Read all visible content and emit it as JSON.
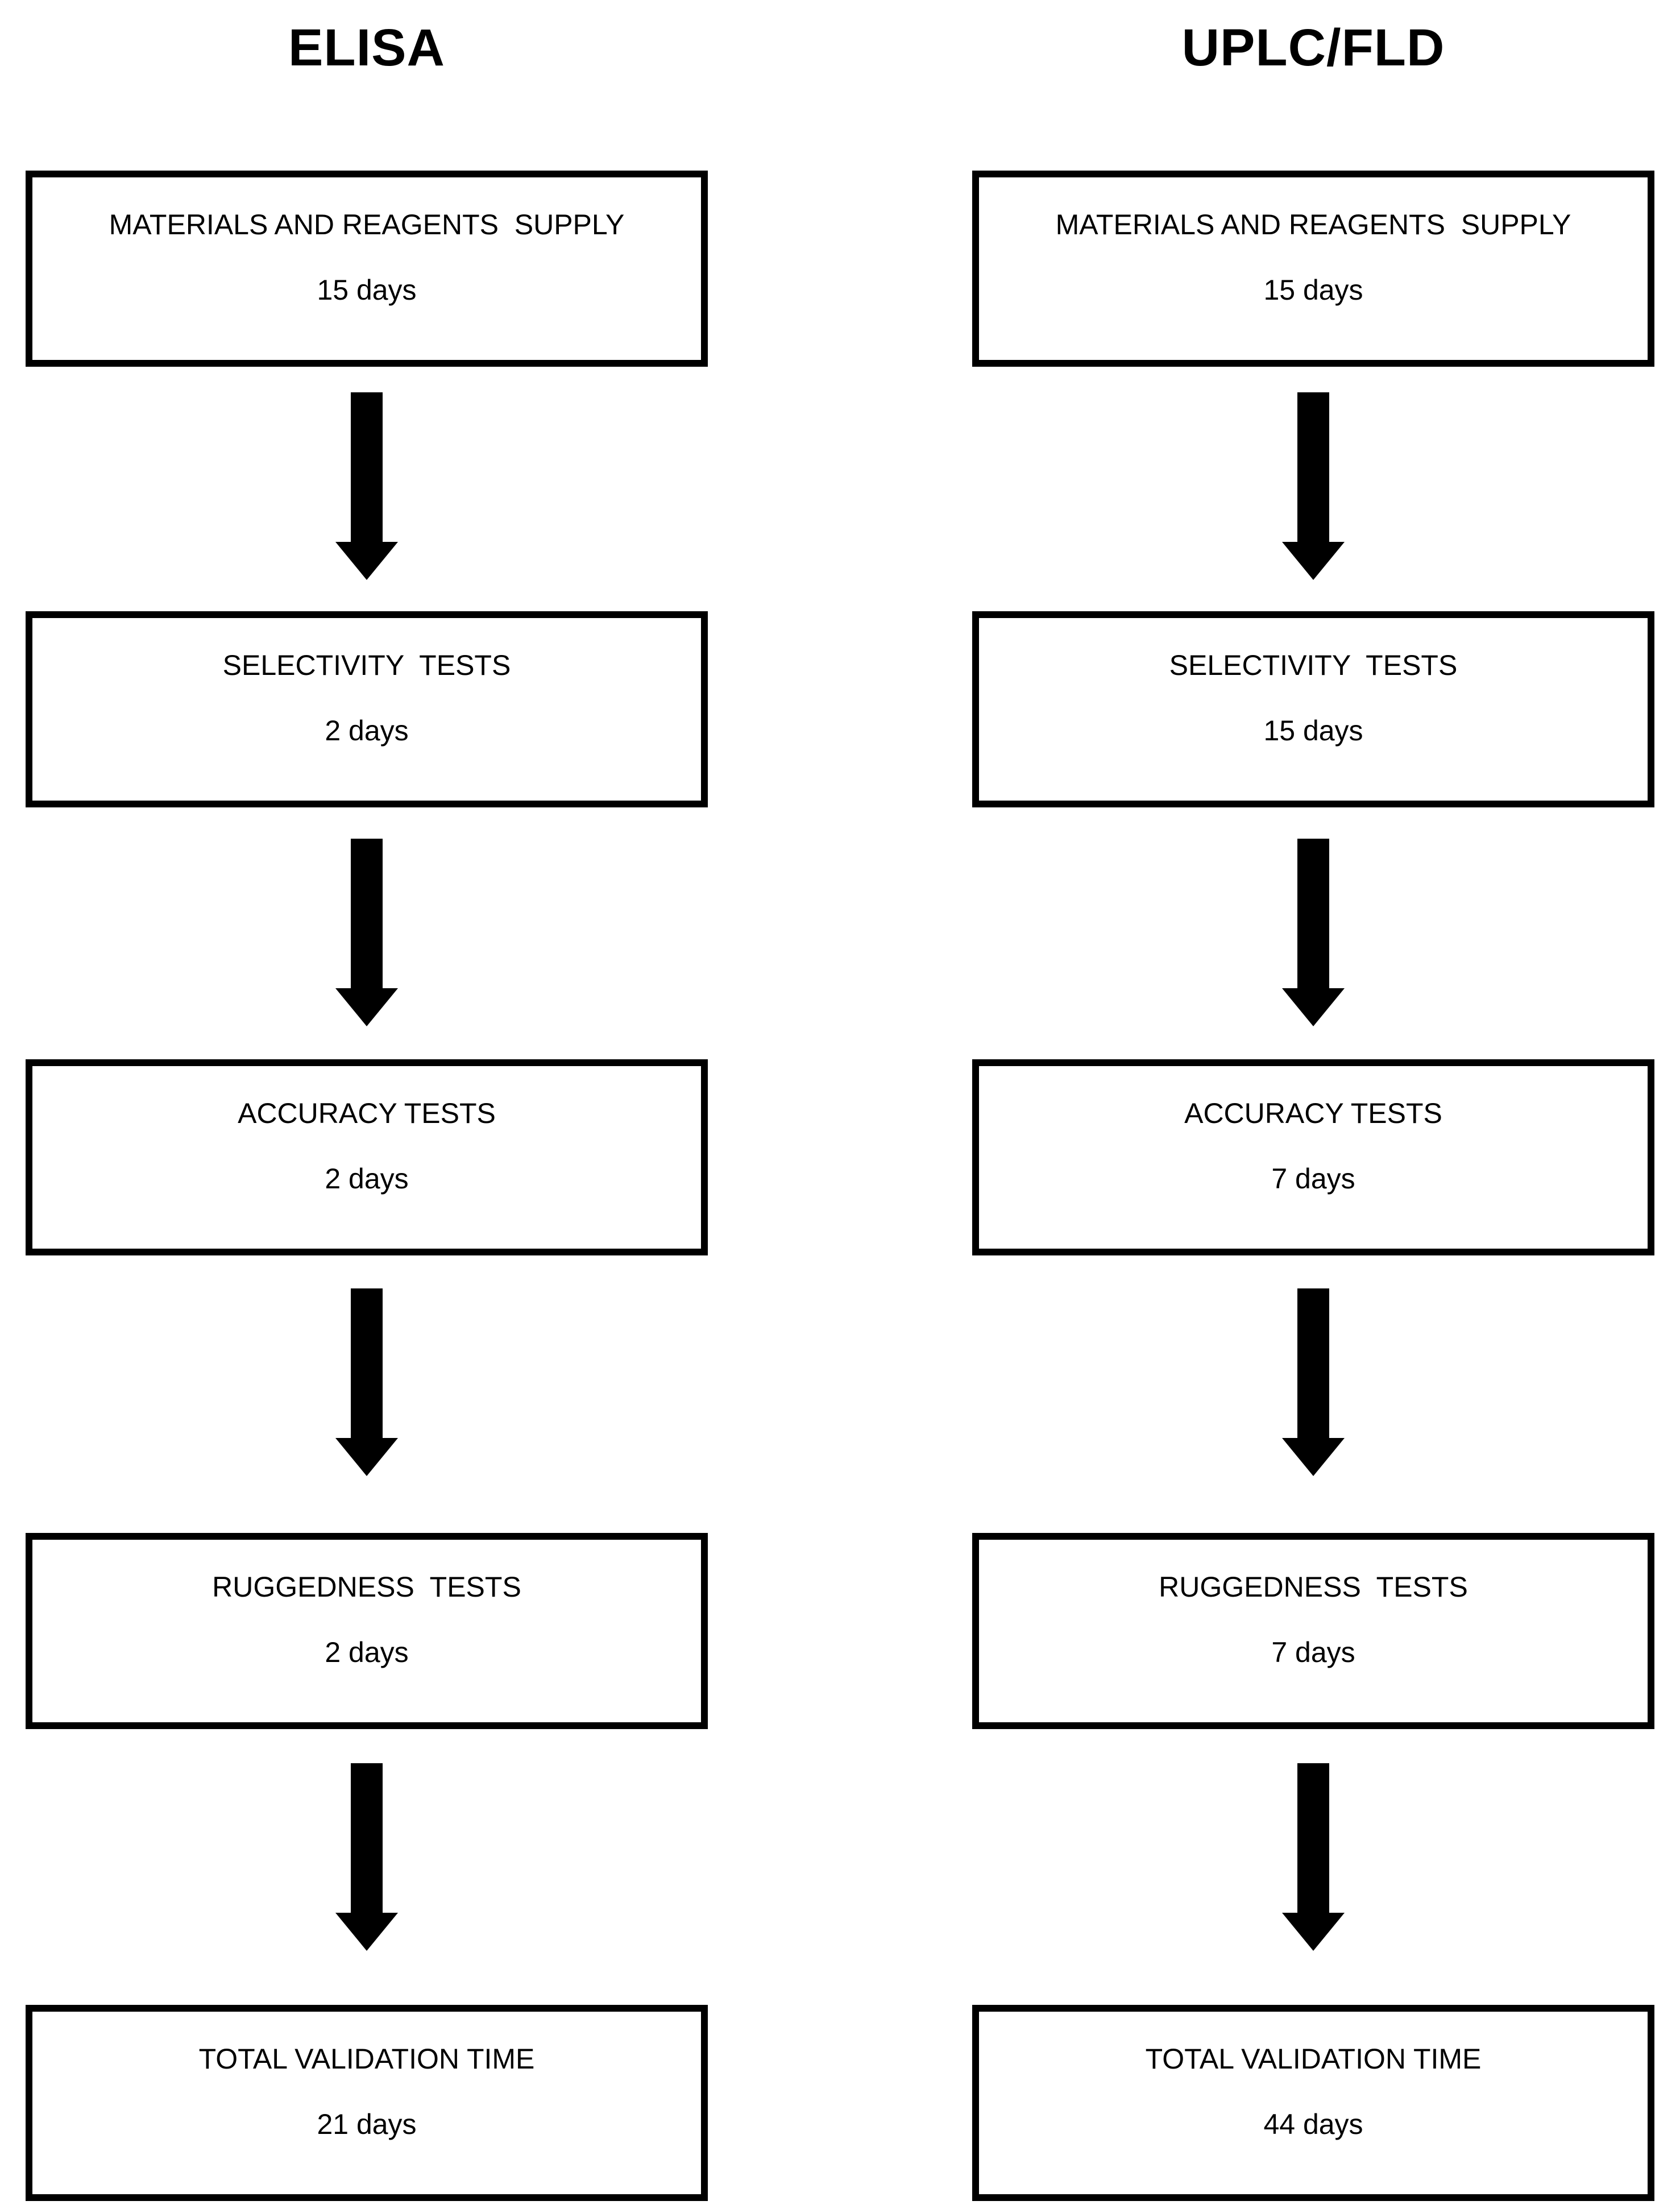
{
  "figure": {
    "colors": {
      "ink": "#000000",
      "background": "#ffffff"
    },
    "columns": [
      {
        "title": "ELISA",
        "steps": [
          {
            "label": "MATERIALS AND REAGENTS  SUPPLY",
            "duration": "15 days"
          },
          {
            "label": "SELECTIVITY  TESTS",
            "duration": "2 days"
          },
          {
            "label": "ACCURACY TESTS",
            "duration": "2 days"
          },
          {
            "label": "RUGGEDNESS  TESTS",
            "duration": "2 days"
          },
          {
            "label": "TOTAL VALIDATION TIME",
            "duration": "21 days"
          }
        ]
      },
      {
        "title": "UPLC/FLD",
        "steps": [
          {
            "label": "MATERIALS AND REAGENTS  SUPPLY",
            "duration": "15 days"
          },
          {
            "label": "SELECTIVITY  TESTS",
            "duration": "15 days"
          },
          {
            "label": "ACCURACY TESTS",
            "duration": "7 days"
          },
          {
            "label": "RUGGEDNESS  TESTS",
            "duration": "7 days"
          },
          {
            "label": "TOTAL VALIDATION TIME",
            "duration": "44 days"
          }
        ]
      }
    ]
  }
}
